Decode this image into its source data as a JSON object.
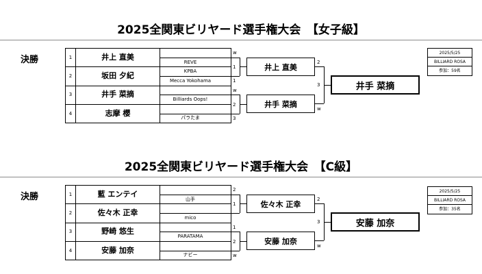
{
  "brackets": [
    {
      "title": "2025全関東ビリヤード選手権大会　【女子級】",
      "round_label": "決勝",
      "players": [
        {
          "seed": "1",
          "name": "井上 直美",
          "club": "REVE"
        },
        {
          "seed": "2",
          "name": "坂田 夕紀",
          "club": "KPBA"
        },
        {
          "seed": "3",
          "name": "井手 菜摘",
          "club": "Billiards Oops!"
        },
        {
          "seed": "4",
          "name": "志摩 櫻",
          "club": "パラたま"
        }
      ],
      "between_club": "Mecca Yokohama",
      "r1_scores": [
        "w",
        "1",
        "1",
        "w",
        "2",
        "3"
      ],
      "semifinal": [
        {
          "name": "井上 直美",
          "score": "2"
        },
        {
          "name": "井手 菜摘",
          "score": "w"
        }
      ],
      "final_score": "3",
      "champion": "井手 菜摘",
      "info": {
        "date": "2025/5/25",
        "venue": "BILLIARD ROSA",
        "entrants": "参加：59名"
      }
    },
    {
      "title": "2025全関東ビリヤード選手権大会　【C級】",
      "round_label": "決勝",
      "players": [
        {
          "seed": "1",
          "name": "藍 エンテイ",
          "club": "山手"
        },
        {
          "seed": "2",
          "name": "佐々木 正幸",
          "club": "mico"
        },
        {
          "seed": "3",
          "name": "野崎 悠生",
          "club": "PARATAMA"
        },
        {
          "seed": "4",
          "name": "安藤 加奈",
          "club": "ナビー"
        }
      ],
      "between_club": "",
      "r1_scores": [
        "2",
        "1",
        "1",
        "2",
        "w",
        ""
      ],
      "semifinal": [
        {
          "name": "佐々木 正幸",
          "score": "2"
        },
        {
          "name": "安藤 加奈",
          "score": "w"
        }
      ],
      "final_score": "3",
      "champion": "安藤 加奈",
      "info": {
        "date": "2025/5/25",
        "venue": "BILLIARD ROSA",
        "entrants": "参加：35名"
      }
    }
  ]
}
